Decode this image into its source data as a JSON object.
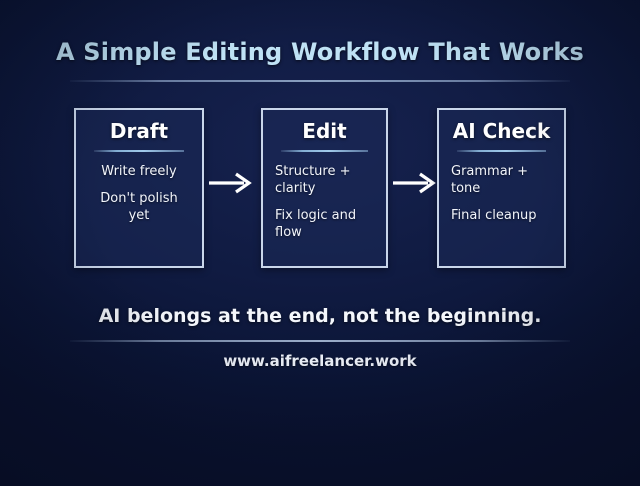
{
  "slide": {
    "title": "A Simple Editing Workflow That Works",
    "tagline": "AI belongs at the end, not the beginning.",
    "site_url": "www.aifreelancer.work",
    "colors": {
      "background": "#0b1536",
      "background_center": "#16224f",
      "title": "#bfe2f5",
      "box_border": "#c9d6ea",
      "box_fill": "#1c2a58",
      "heading_text": "#ffffff",
      "body_text": "#f2f5fb",
      "divider": "#a8d4f4",
      "arrow": "#ffffff"
    }
  },
  "steps": [
    {
      "heading": "Draft",
      "align": "centered",
      "lines": [
        "Write freely",
        "Don't polish yet"
      ]
    },
    {
      "heading": "Edit",
      "align": "left",
      "lines": [
        "Structure + clarity",
        "Fix logic and flow"
      ]
    },
    {
      "heading": "AI Check",
      "align": "left",
      "lines": [
        "Grammar + tone",
        "Final cleanup"
      ]
    }
  ],
  "arrows": [
    {
      "name": "arrow-draft-to-edit",
      "glyph": "right-arrow"
    },
    {
      "name": "arrow-edit-to-aicheck",
      "glyph": "right-arrow"
    }
  ]
}
